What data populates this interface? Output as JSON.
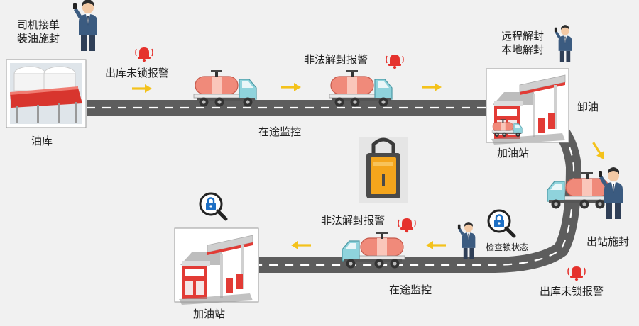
{
  "labels": {
    "driver_seal_line1": "司机接单",
    "driver_seal_line2": "装油施封",
    "depot": "油库",
    "exit_unlocked_alarm_1": "出库未锁报警",
    "illegal_unseal_alarm_1": "非法解封报警",
    "in_transit_1": "在途监控",
    "remote_unseal": "远程解封",
    "local_unseal": "本地解封",
    "unload": "卸油",
    "gas_station_1": "加油站",
    "exit_seal": "出站施封",
    "check_lock_status": "检查锁状态",
    "illegal_unseal_alarm_2": "非法解封报警",
    "in_transit_2": "在途监控",
    "exit_unlocked_alarm_2": "出库未锁报警",
    "gas_station_2": "加油站"
  },
  "colors": {
    "road": "#5d5d5d",
    "road_dash": "#ffffff",
    "arrow": "#f4c21b",
    "alarm": "#e5322d",
    "tank": "#f08a7a",
    "cab": "#8fd3dc",
    "lock_blue": "#1d6fc4",
    "padlock_body": "#f4a51c"
  },
  "icons": {
    "alarm": "alarm-bell-icon",
    "search": "magnifier-lock-icon",
    "truck": "tanker-truck-icon",
    "person": "person-phone-icon",
    "padlock": "electronic-padlock-icon"
  }
}
